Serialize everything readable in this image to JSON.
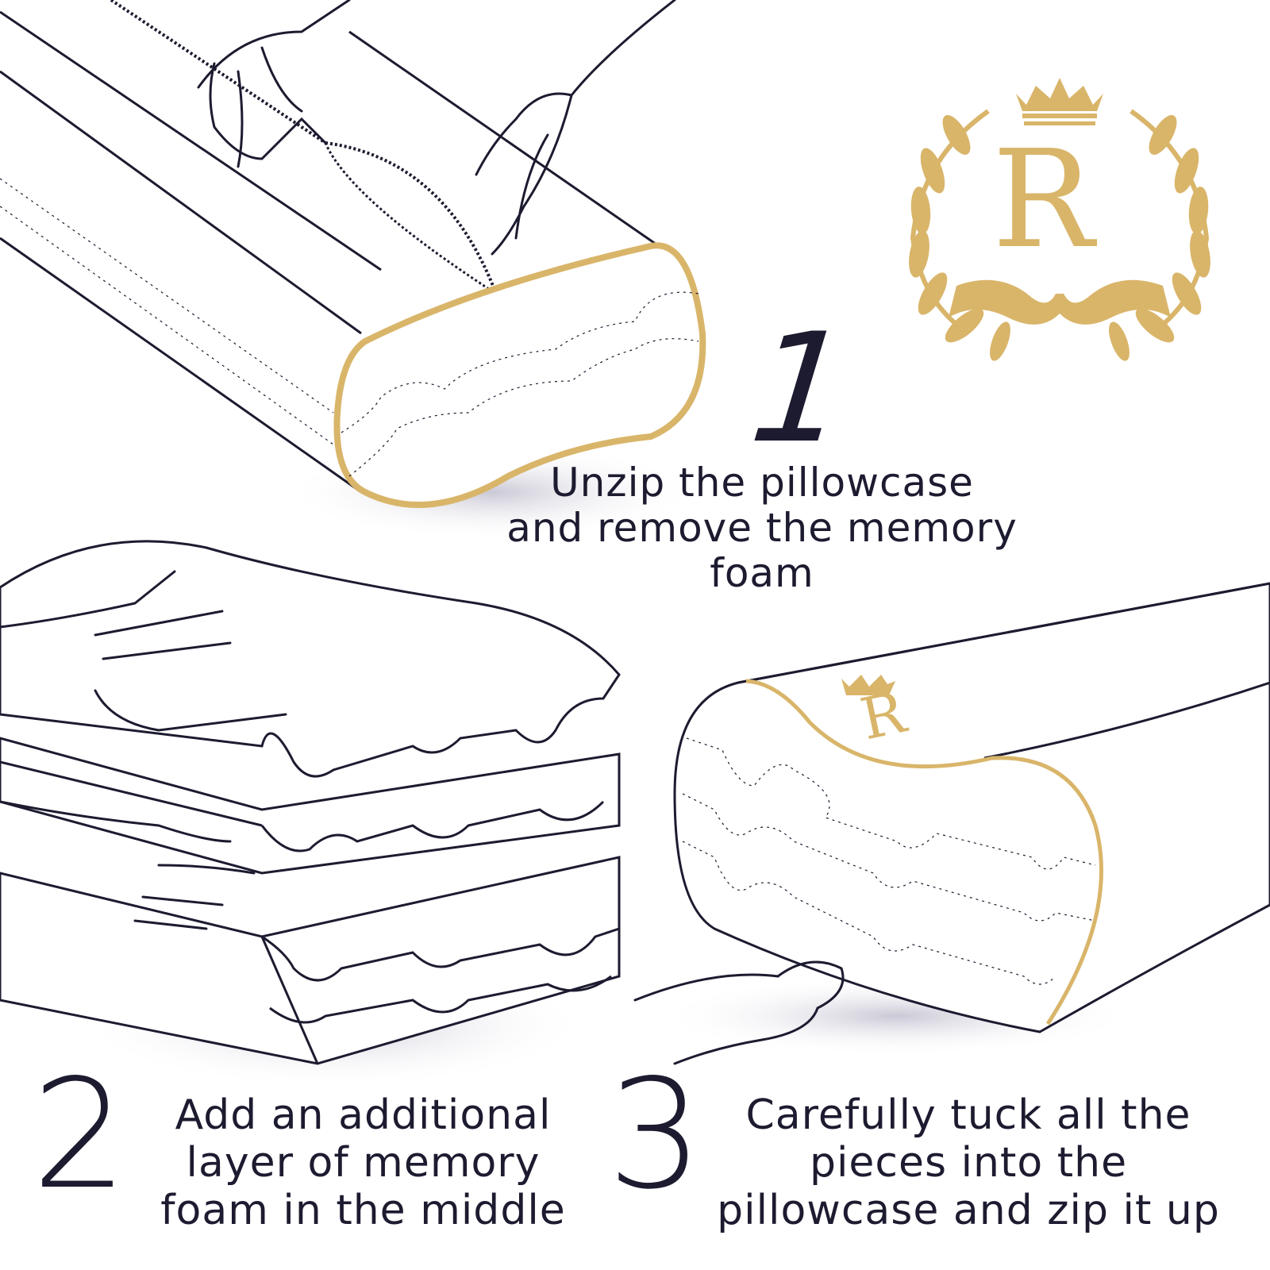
{
  "colors": {
    "ink": "#1c1b30",
    "gold": "#d9b56a",
    "background": "#ffffff",
    "shadow": "#b8b6c8"
  },
  "logo": {
    "letter": "R",
    "icon": "crown-icon",
    "wreath": "laurel-wreath-icon"
  },
  "steps": [
    {
      "number": "1",
      "lines": [
        "Unzip the pillowcase",
        "and remove the memory",
        "foam"
      ]
    },
    {
      "number": "2",
      "lines": [
        "Add an additional",
        "layer of memory",
        "foam in the middle"
      ]
    },
    {
      "number": "3",
      "lines": [
        "Carefully tuck all the",
        "pieces into the",
        "pillowcase and zip it up"
      ]
    }
  ],
  "pillow_logo": {
    "letter": "R"
  }
}
